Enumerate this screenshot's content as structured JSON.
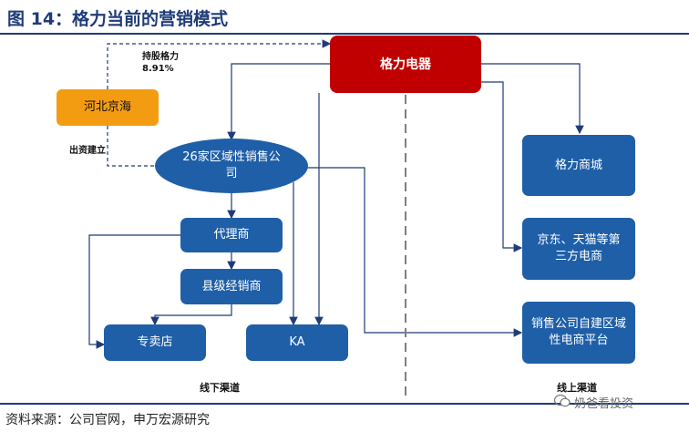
{
  "title": "图 14：格力当前的营销模式",
  "nodes": {
    "gree": "格力电器",
    "hebei": "河北京海",
    "regional": "26家区域性销售公司",
    "agent": "代理商",
    "county": "县级经销商",
    "store": "专卖店",
    "ka": "KA",
    "mall": "格力商城",
    "thirdparty": "京东、天猫等第三方电商",
    "selfbuilt": "销售公司自建区域性电商平台"
  },
  "annotations": {
    "shareholding": "持股格力",
    "percent": "8.91%",
    "invest": "出资建立"
  },
  "footer": {
    "offline": "线下渠道",
    "online": "线上渠道",
    "source": "资料来源：公司官网，申万宏源研究",
    "watermark": "奶爸看投资"
  },
  "colors": {
    "primary_blue": "#1f5fa8",
    "gree_red": "#c00000",
    "hebei_orange": "#f39c12",
    "title_navy": "#1f3b78"
  }
}
